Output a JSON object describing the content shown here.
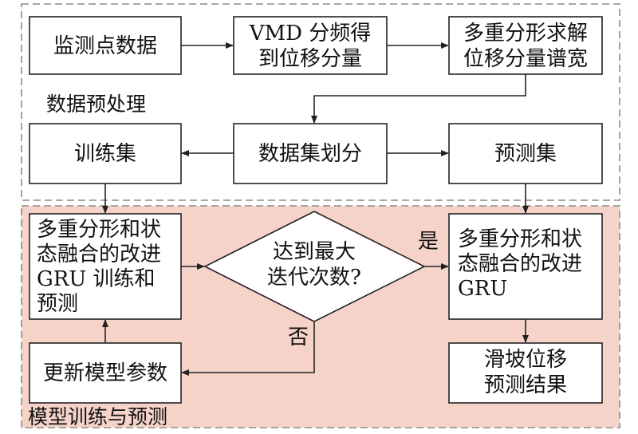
{
  "preprocess": {
    "label": "数据预处理",
    "monitor_data": "监测点数据",
    "vmd_line1": "VMD 分频得",
    "vmd_line2": "到位移分量",
    "multifractal_line1": "多重分形求解",
    "multifractal_line2": "位移分量谱宽"
  },
  "split": {
    "dataset_split": "数据集划分",
    "train_set": "训练集",
    "test_set": "预测集"
  },
  "training": {
    "label": "模型训练与预测",
    "train_box_line1": "多重分形和状",
    "train_box_line2": "态融合的改进",
    "train_box_line3": "GRU 训练和",
    "train_box_line4": "预测",
    "decision_line1": "达到最大",
    "decision_line2": "迭代次数?",
    "yes_label": "是",
    "no_label": "否",
    "update_params": "更新模型参数",
    "final_model_line1": "多重分形和状",
    "final_model_line2": "态融合的改进",
    "final_model_line3": "GRU",
    "result_line1": "滑坡位移",
    "result_line2": "预测结果"
  },
  "colors": {
    "training_region_fill": "#f5d3c8",
    "dash_stroke": "#8c8c8c"
  }
}
